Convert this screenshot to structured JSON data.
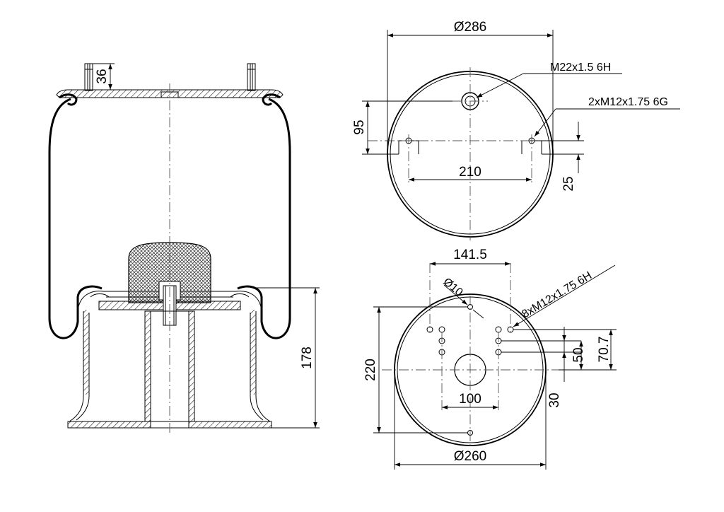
{
  "side_view": {
    "dim_stud_height": "36",
    "dim_piston_height": "178"
  },
  "top_view": {
    "dim_diameter": "Ø286",
    "dim_center_offset": "95",
    "dim_stud_spacing": "210",
    "dim_stud_offset": "25",
    "callout_port": "M22x1.5 6H",
    "callout_studs": "2xM12x1.75 6G"
  },
  "bottom_view": {
    "dim_hole_spacing": "141.5",
    "dim_center_hole": "Ø10",
    "callout_holes": "8xM12x1.75 6H",
    "dim_height": "220",
    "dim_inner_spacing": "100",
    "dim_diameter": "Ø260",
    "dim_offset_30": "30",
    "dim_offset_50": "50",
    "dim_offset_70": "70.7"
  }
}
